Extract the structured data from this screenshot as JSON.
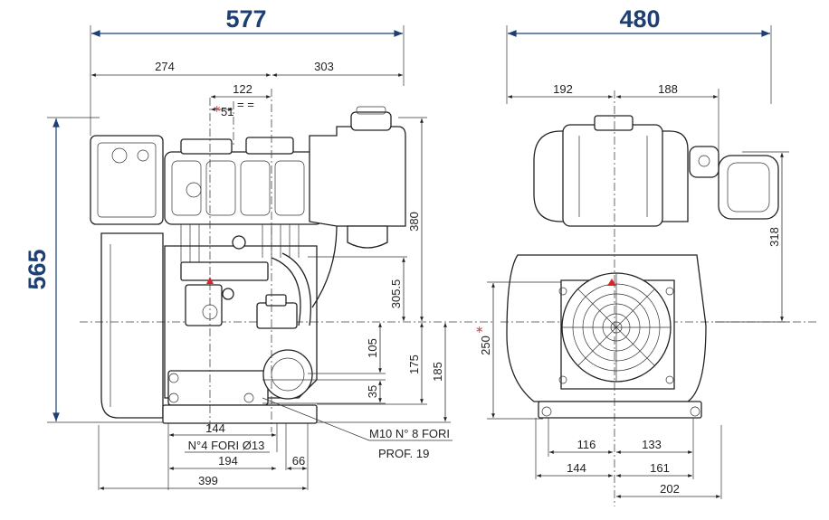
{
  "overall": {
    "length": "577",
    "width": "480",
    "height": "565"
  },
  "side_view": {
    "top_left": "274",
    "top_right": "303",
    "offset_122": "122",
    "offset_51": "51",
    "height_380": "380",
    "height_305_5": "305.5",
    "height_105": "105",
    "height_175": "175",
    "height_185": "185",
    "height_35": "35",
    "base_144": "144",
    "holes_note": "N°4 FORI Ø13",
    "base_194": "194",
    "base_66": "66",
    "base_399": "399",
    "bolt_note_1": "M10 N° 8 FORI",
    "bolt_note_2": "PROF. 19"
  },
  "front_view": {
    "top_192": "192",
    "top_188": "188",
    "height_318": "318",
    "height_250": "250",
    "base_116": "116",
    "base_133": "133",
    "base_144": "144",
    "base_161": "161",
    "base_202": "202"
  },
  "marks": {
    "asterisk": "*"
  },
  "colors": {
    "heading": "#1d3f73",
    "marker": "#d9262c",
    "line": "#222222"
  }
}
